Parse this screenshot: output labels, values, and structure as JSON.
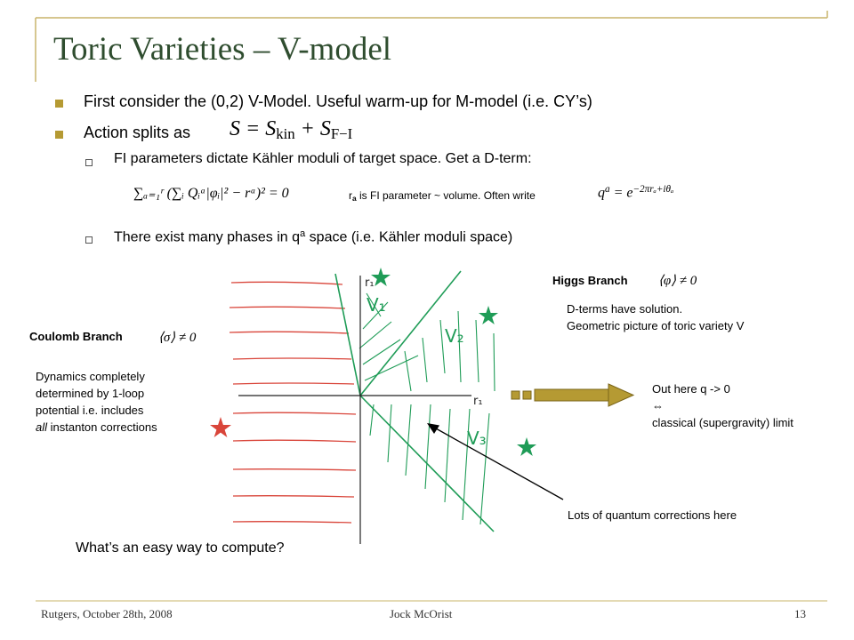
{
  "slide": {
    "title": "Toric Varieties – V-model",
    "bullets": [
      "First consider the (0,2) V-Model. Useful warm-up for M-model (i.e. CY’s)",
      "Action splits as"
    ],
    "sub_bullets": [
      "FI parameters dictate Kähler moduli of target space. Get a D-term:",
      "There exist many phases in q",
      " space (i.e. Kähler moduli space)"
    ],
    "sub_bullet_sup": "a",
    "action_formula": {
      "lhs": "S = S",
      "kin": "kin",
      "plus": " + S",
      "fi": "F−I"
    },
    "dterm_formula": "∑ₐ₌₁ʳ (∑ᵢ Qᵢᵃ|φᵢ|² − rᵃ)² = 0",
    "fi_note": {
      "r": "r",
      "sub": "a",
      "rest": " is FI parameter ~ volume. Often write"
    },
    "q_formula": {
      "q": "q",
      "sup": "a",
      "eq": " = e",
      "exp": "−2πrₐ+iθₐ"
    },
    "question": "What’s an easy way to compute?"
  },
  "diagram": {
    "coulomb_label": "Coulomb  Branch",
    "coulomb_formula": "⟨σ⟩ ≠ 0",
    "higgs_label": "Higgs  Branch",
    "higgs_formula": "⟨φ⟩ ≠ 0",
    "dterms_note": [
      "D-terms have solution.",
      "Geometric picture of toric variety V"
    ],
    "dynamics_note": [
      "Dynamics completely",
      "determined by 1-loop",
      "potential i.e. includes",
      "all",
      " instanton corrections"
    ],
    "out_here_note": [
      "Out here q -> 0",
      "⇔",
      "classical (supergravity) limit"
    ],
    "quantum_note": "Lots of quantum corrections here",
    "axis_labels": {
      "vertical": "r₁",
      "horizontal": "r₁"
    },
    "cone_labels": [
      "V₁",
      "V₂",
      "V₃"
    ],
    "colors": {
      "red": "#d9453a",
      "green": "#1f9c57",
      "arrow_gold": "#b59a33",
      "arrow_border": "#7a6518"
    }
  },
  "footer": {
    "left": "Rutgers, October 28th, 2008",
    "center": "Jock McOrist",
    "page": "13"
  }
}
